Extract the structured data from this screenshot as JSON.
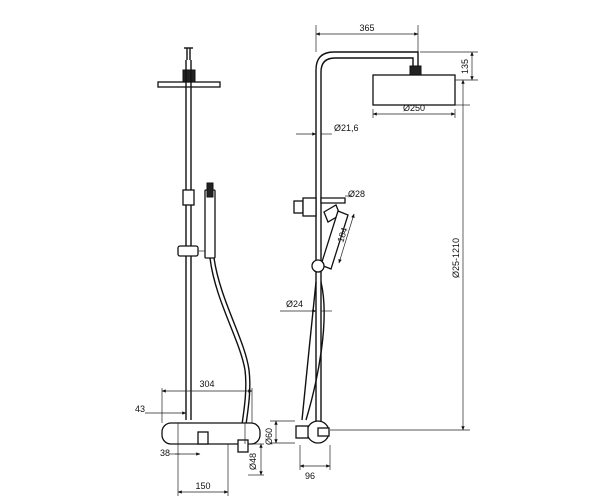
{
  "dims": {
    "top_width": "365",
    "head_height": "135",
    "head_diameter": "Ø250",
    "pipe_diameter": "Ø21,6",
    "holder_diameter": "Ø28",
    "holder_length": "184",
    "height_range": "Ø25-1210",
    "rail_diameter": "Ø24",
    "mixer_width": "304",
    "offset_43": "43",
    "offset_38": "38",
    "body_150": "150",
    "conn_60": "Ø60",
    "conn_48": "Ø48",
    "depth_96": "96"
  }
}
